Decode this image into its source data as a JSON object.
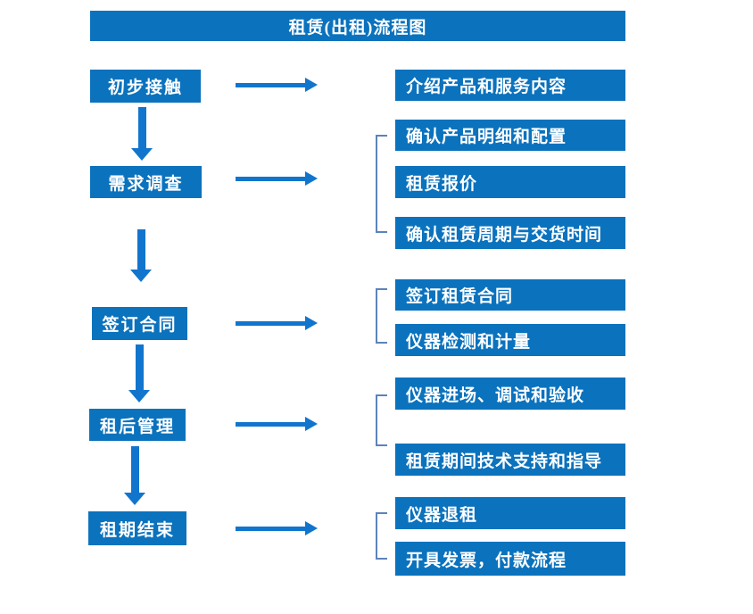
{
  "title": "租赁(出租)流程图",
  "colors": {
    "box_blue": "#0b72bd",
    "arrow_blue": "#1175cd",
    "bracket_blue": "#5c83ba",
    "text_color": "#ffffff",
    "background": "#ffffff"
  },
  "left_steps": [
    {
      "label": "初步接触"
    },
    {
      "label": "需求调查"
    },
    {
      "label": "签订合同"
    },
    {
      "label": "租后管理"
    },
    {
      "label": "租期结束"
    }
  ],
  "right_items": [
    {
      "label": "介绍产品和服务内容"
    },
    {
      "label": "确认产品明细和配置"
    },
    {
      "label": "租赁报价"
    },
    {
      "label": "确认租赁周期与交货时间"
    },
    {
      "label": "签订租赁合同"
    },
    {
      "label": "仪器检测和计量"
    },
    {
      "label": "仪器进场、调试和验收"
    },
    {
      "label": "租赁期间技术支持和指导"
    },
    {
      "label": "仪器退租"
    },
    {
      "label": "开具发票，付款流程"
    }
  ]
}
